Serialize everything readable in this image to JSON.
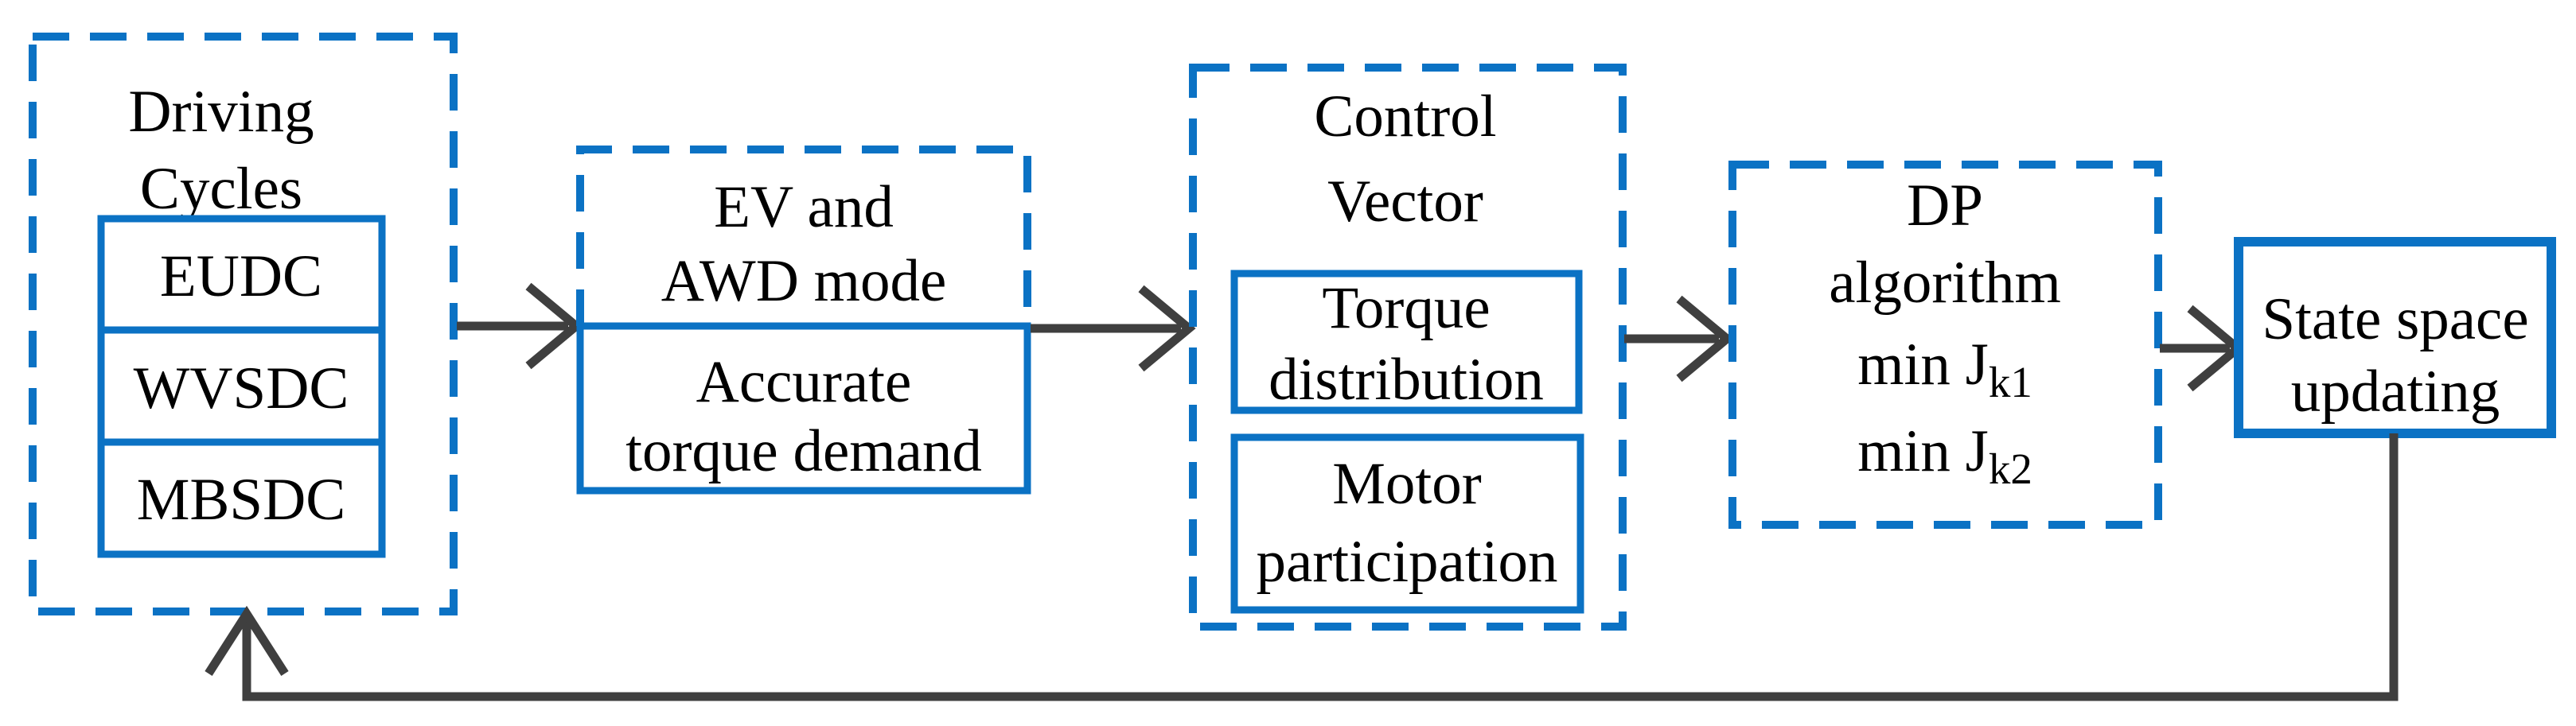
{
  "figure": {
    "type": "flowchart",
    "colors": {
      "box_blue": "#0b72c4",
      "arrow_gray": "#3f3f3f",
      "text_black": "#000000",
      "background": "#ffffff"
    },
    "blocks": {
      "driving_cycles": {
        "title1": "Driving",
        "title2": "Cycles",
        "cycles": [
          "EUDC",
          "WVSDC",
          "MBSDC"
        ]
      },
      "mode": {
        "line1": "EV and",
        "line2": "AWD mode",
        "sub1": "Accurate",
        "sub2": "torque demand"
      },
      "control_vector": {
        "title1": "Control",
        "title2": "Vector",
        "box1a": "Torque",
        "box1b": "distribution",
        "box2a": "Motor",
        "box2b": "participation"
      },
      "dp": {
        "line1": "DP",
        "line2": "algorithm",
        "line3": "min J",
        "line3sub": "k1",
        "line4": "min J",
        "line4sub": "k2"
      },
      "state": {
        "line1": "State space",
        "line2": "updating"
      }
    }
  }
}
